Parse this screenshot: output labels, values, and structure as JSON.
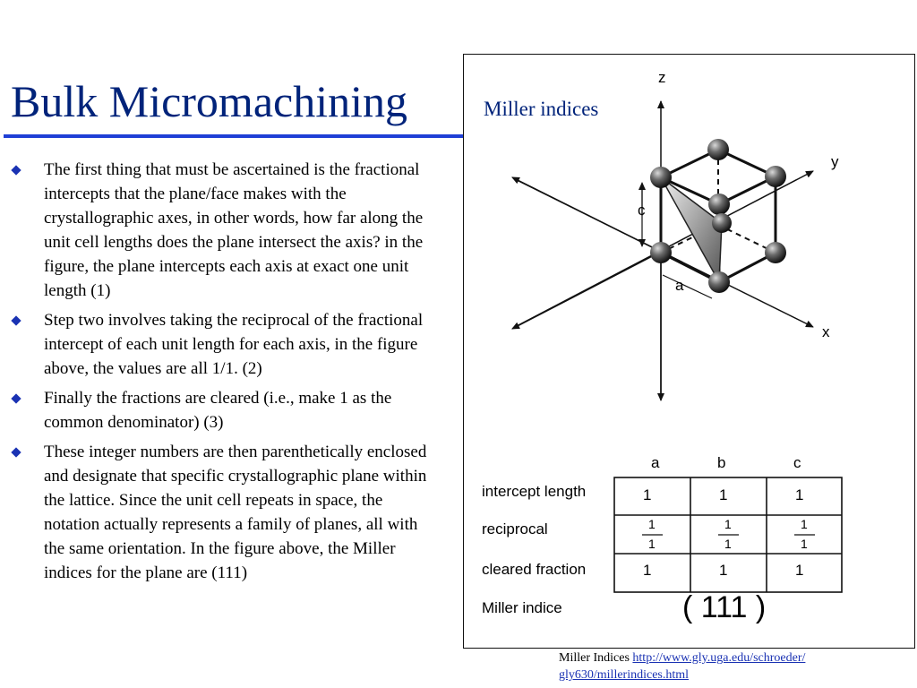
{
  "slide": {
    "title": "Bulk Micromachining",
    "bullets": [
      "The first thing that must be ascertained is the fractional intercepts that the plane/face makes with the crystallographic axes, in other words, how far along the unit cell lengths does the plane intersect the axis? in the figure, the plane intercepts each axis at exact one unit length (1)",
      "Step two involves taking the reciprocal of the fractional intercept of each unit length for each axis, in the figure above, the values are all 1/1. (2)",
      "Finally the fractions are cleared (i.e., make 1 as the common denominator) (3)",
      "These integer numbers are then parenthetically enclosed and designate that specific crystallographic plane within the lattice. Since the unit cell repeats in space, the notation actually represents a family of planes, all with the same orientation. In the figure above, the Miller indices for the plane are (111)"
    ]
  },
  "figure": {
    "caption": "Miller indices",
    "axes": {
      "z": "z",
      "y": "y",
      "x": "x",
      "c": "c",
      "a": "a"
    },
    "table": {
      "columns": [
        "a",
        "b",
        "c"
      ],
      "rows": [
        {
          "label": "intercept length",
          "values": [
            "1",
            "1",
            "1"
          ]
        },
        {
          "label": "reciprocal",
          "numerators": [
            "1",
            "1",
            "1"
          ],
          "denominators": [
            "1",
            "1",
            "1"
          ]
        },
        {
          "label": "cleared fraction",
          "values": [
            "1",
            "1",
            "1"
          ]
        }
      ],
      "miller_label": "Miller indice",
      "miller_value": "( 111 )"
    }
  },
  "source": {
    "prefix": "Miller Indices",
    "link_line1": "http://www.gly.uga.edu/schroeder/",
    "link_line2": "gly630/millerindices.html"
  }
}
